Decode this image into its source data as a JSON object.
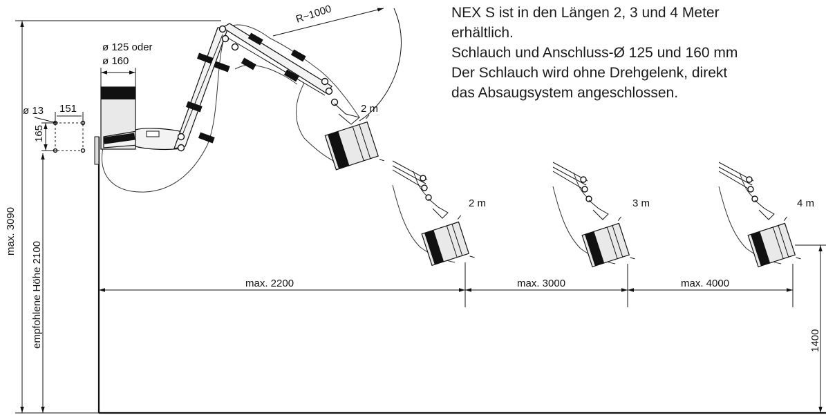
{
  "description": {
    "line1": "NEX S ist in den Längen 2, 3 und 4 Meter",
    "line2": "erhältlich.",
    "line3": "Schlauch und Anschluss-Ø 125 und 160 mm",
    "line4": "Der Schlauch wird ohne Drehgelenk, direkt",
    "line5": "das Absaugsystem angeschlossen."
  },
  "dimensions": {
    "radius": "R~1000",
    "hose_diameter_1": "ø 125 oder",
    "hose_diameter_2": "ø 160",
    "bolt_diameter": "ø 13",
    "mount_width": "151",
    "mount_height": "165",
    "max_height": "max. 3090",
    "recommended_height": "empfohlene Höhe 2100",
    "reach_2m": "max. 2200",
    "reach_3m": "max. 3000",
    "reach_4m": "max. 4000",
    "nozzle_height": "1400"
  },
  "variants": {
    "main_length": "2 m",
    "v1_length": "2 m",
    "v2_length": "3 m",
    "v3_length": "4 m"
  }
}
